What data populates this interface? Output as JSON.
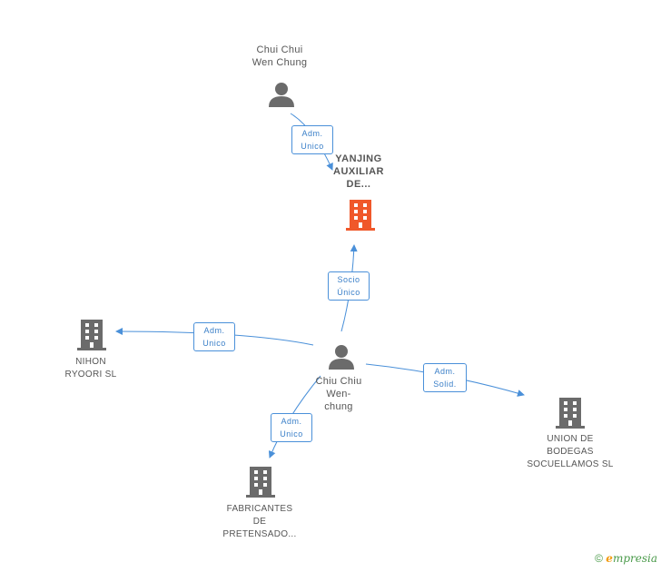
{
  "nodes": {
    "chui_chui": {
      "lines": [
        "Chui Chui",
        "Wen Chung"
      ],
      "type": "person",
      "color": "#6b6b6b"
    },
    "yanjing": {
      "lines": [
        "YANJING",
        "AUXILIAR",
        "DE..."
      ],
      "type": "company",
      "color": "#f0582a"
    },
    "chiu_chiu": {
      "lines": [
        "Chiu Chiu",
        "Wen-",
        "chung"
      ],
      "type": "person",
      "color": "#6b6b6b"
    },
    "nihon": {
      "lines": [
        "NIHON",
        "RYOORI SL"
      ],
      "type": "company",
      "color": "#6b6b6b"
    },
    "union": {
      "lines": [
        "UNION DE",
        "BODEGAS",
        "SOCUELLAMOS SL"
      ],
      "type": "company",
      "color": "#6b6b6b"
    },
    "fabricantes": {
      "lines": [
        "FABRICANTES",
        "DE",
        "PRETENSADO..."
      ],
      "type": "company",
      "color": "#6b6b6b"
    }
  },
  "edges": [
    {
      "id": "chui-to-yanjing",
      "from": "chui_chui",
      "to": "yanjing",
      "label": [
        "Adm.",
        "Unico"
      ]
    },
    {
      "id": "chiu-to-yanjing",
      "from": "chiu_chiu",
      "to": "yanjing",
      "label": [
        "Socio",
        "Único"
      ]
    },
    {
      "id": "chiu-to-nihon",
      "from": "chiu_chiu",
      "to": "nihon",
      "label": [
        "Adm.",
        "Unico"
      ]
    },
    {
      "id": "chiu-to-union",
      "from": "chiu_chiu",
      "to": "union",
      "label": [
        "Adm.",
        "Solid."
      ]
    },
    {
      "id": "chiu-to-fabricantes",
      "from": "chiu_chiu",
      "to": "fabricantes",
      "label": [
        "Adm.",
        "Unico"
      ]
    }
  ],
  "edge_color": "#4a90d9",
  "footer": {
    "copyright_symbol": "©",
    "brand_first": "e",
    "brand_rest": "mpresia"
  }
}
